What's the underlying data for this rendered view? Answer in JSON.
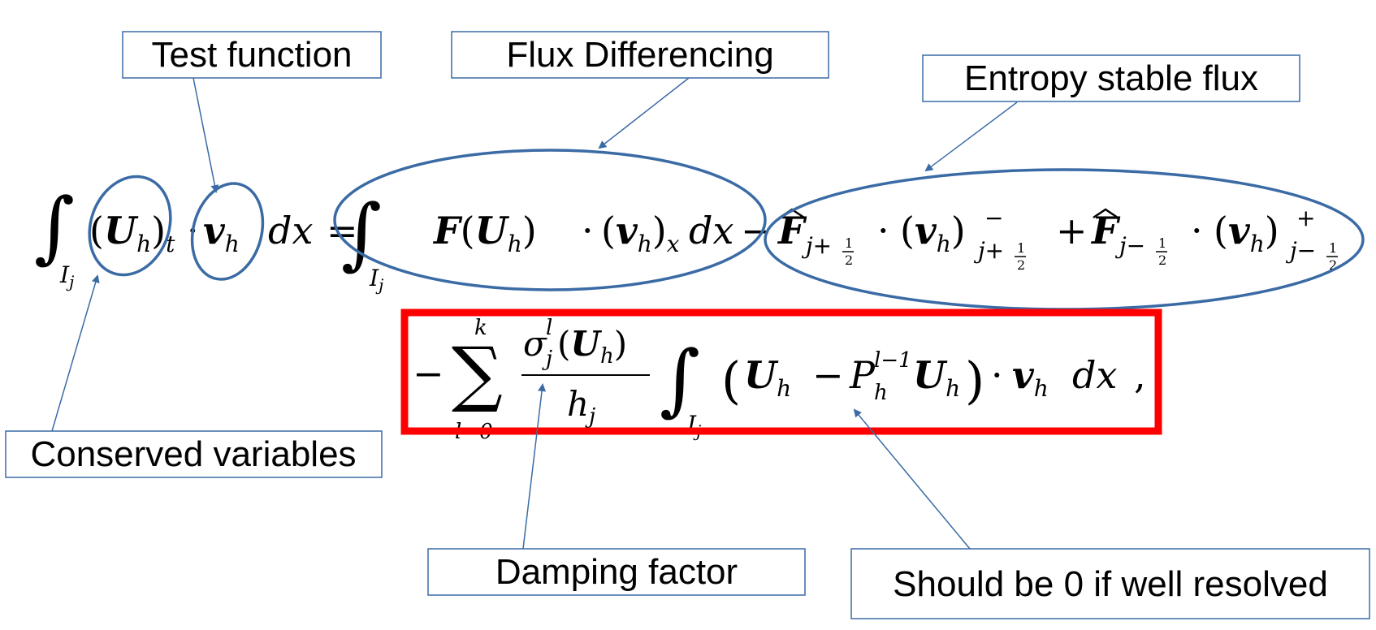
{
  "labels": {
    "test_function": "Test function",
    "flux_differencing": "Flux Differencing",
    "entropy_stable_flux": "Entropy stable flux",
    "conserved_variables": "Conserved variables",
    "damping_factor": "Damping factor",
    "well_resolved": "Should be 0 if well resolved"
  },
  "equation": {
    "integral": "∫",
    "Ij": "I",
    "j": "j",
    "U": "U",
    "h": "h",
    "t": "t",
    "v": "v",
    "x": "x",
    "F": "F",
    "dx": "dx",
    "eq": "=",
    "cdot": "·",
    "minus": "−",
    "plus": "+",
    "lparen": "(",
    "rparen": ")",
    "sup_minus": "−",
    "sup_plus": "+",
    "sub_jph": "j+",
    "sub_jmh": "j−",
    "half_num": "1",
    "half_den": "2",
    "sum": "∑",
    "sum_top": "k",
    "sum_bottom": "l=0",
    "sigma": "σ",
    "l": "l",
    "P": "P",
    "lm1": "l−1",
    "comma": ","
  },
  "colors": {
    "annotation": "#3b6ba5",
    "highlight": "#ff0000"
  }
}
